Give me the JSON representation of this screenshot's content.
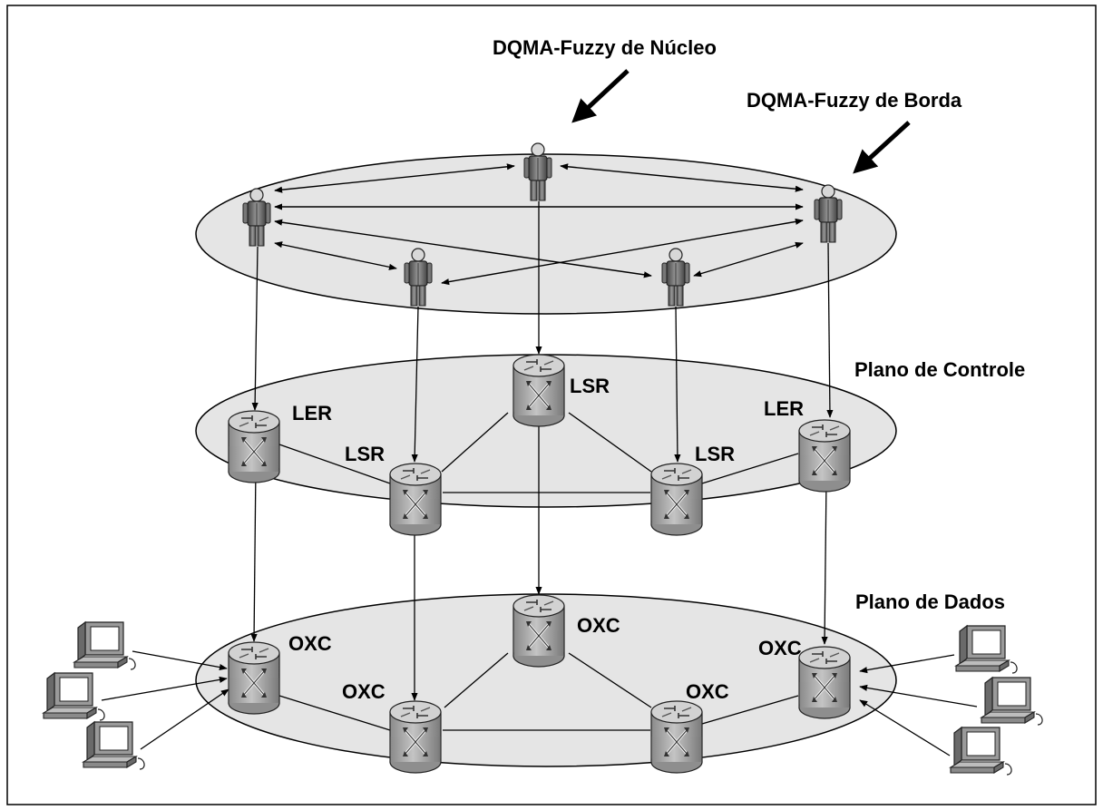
{
  "diagram": {
    "labels": {
      "core": "DQMA-Fuzzy de Núcleo",
      "edge": "DQMA-Fuzzy de Borda",
      "control_plane": "Plano de Controle",
      "data_plane": "Plano de Dados"
    },
    "control_routers": {
      "left_ler": "LER",
      "left_lsr": "LSR",
      "top_lsr": "LSR",
      "right_lsr": "LSR",
      "right_ler": "LER"
    },
    "data_routers": {
      "left": "OXC",
      "left_low": "OXC",
      "top": "OXC",
      "right_low": "OXC",
      "right": "OXC"
    },
    "icons": {
      "agent": "agent-person-icon",
      "router": "router-icon",
      "host": "computer-icon"
    },
    "colors": {
      "plane_fill": "#e5e5e5",
      "router_body": "#a8a8a8",
      "agent_body": "#6a6a6a"
    }
  }
}
